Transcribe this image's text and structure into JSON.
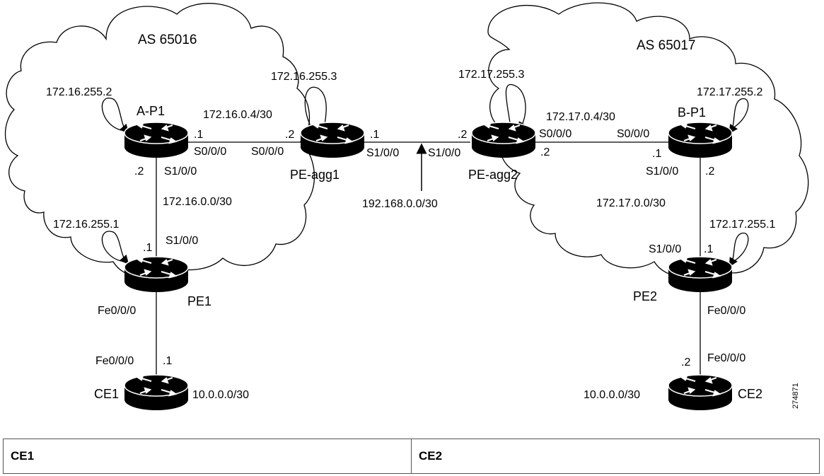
{
  "diagram": {
    "as_left": "AS 65016",
    "as_right": "AS 65017",
    "routers": {
      "ap1": {
        "name": "A-P1",
        "loopback": "172.16.255.2"
      },
      "peagg1": {
        "name": "PE-agg1",
        "loopback": "172.16.255.3"
      },
      "peagg2": {
        "name": "PE-agg2",
        "loopback": "172.17.255.3"
      },
      "bp1": {
        "name": "B-P1",
        "loopback": "172.17.255.2"
      },
      "pe1": {
        "name": "PE1",
        "loopback": "172.16.255.1"
      },
      "pe2": {
        "name": "PE2",
        "loopback": "172.17.255.1"
      },
      "ce1": {
        "name": "CE1"
      },
      "ce2": {
        "name": "CE2"
      }
    },
    "links": {
      "ap1_peagg1": {
        "subnet": "172.16.0.4/30",
        "a_host": ".1",
        "a_if": "S0/0/0",
        "b_host": ".2",
        "b_if": "S0/0/0"
      },
      "peagg1_peagg2": {
        "subnet": "192.168.0.0/30",
        "a_host": ".1",
        "a_if": "S1/0/0",
        "b_host": ".2",
        "b_if": "S1/0/0"
      },
      "peagg2_bp1": {
        "subnet": "172.17.0.4/30",
        "a_host": ".2",
        "a_if": "S0/0/0",
        "b_host": ".1",
        "b_if": "S0/0/0"
      },
      "ap1_pe1": {
        "subnet": "172.16.0.0/30",
        "a_host": ".2",
        "a_if": "S1/0/0",
        "b_host": ".1",
        "b_if": "S1/0/0"
      },
      "bp1_pe2": {
        "subnet": "172.17.0.0/30",
        "a_host": ".2",
        "a_if": "S1/0/0",
        "b_host": ".1",
        "b_if": "S1/0/0"
      },
      "pe1_ce1": {
        "subnet": "10.0.0.0/30",
        "a_if": "Fe0/0/0",
        "b_host": ".1",
        "b_if": "Fe0/0/0"
      },
      "pe2_ce2": {
        "subnet": "10.0.0.0/30",
        "a_if": "Fe0/0/0",
        "b_host": ".2",
        "b_if": "Fe0/0/0"
      }
    },
    "figure_id": "274871"
  },
  "table": {
    "headers": [
      "CE1",
      "CE2"
    ]
  }
}
